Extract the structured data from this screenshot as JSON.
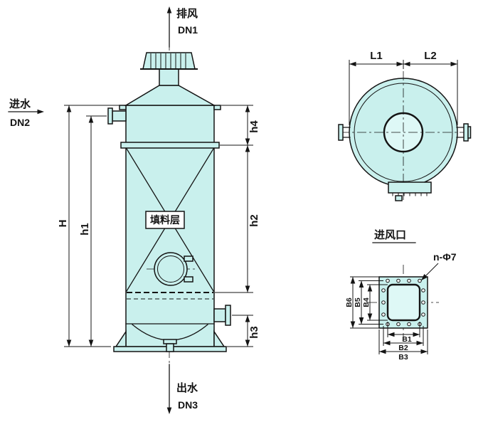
{
  "front_view": {
    "top_port": {
      "label": "排风",
      "dn": "DN1"
    },
    "left_port": {
      "label": "进水",
      "dn": "DN2"
    },
    "bottom_port": {
      "label": "出水",
      "dn": "DN3"
    },
    "packing_label": "填料层",
    "dims": {
      "H": "H",
      "h1": "h1",
      "h2": "h2",
      "h3": "h3",
      "h4": "h4"
    }
  },
  "plan_view": {
    "dims": {
      "L1": "L1",
      "L2": "L2"
    }
  },
  "inlet_detail": {
    "title": "进风口",
    "holes_note": "n-Φ7",
    "dims": {
      "B1": "B1",
      "B2": "B2",
      "B3": "B3",
      "B4": "B4",
      "B5": "B5",
      "B6": "B6"
    }
  },
  "colors": {
    "body_fill": "#c9f0ed",
    "body_fill_light": "#def8f6",
    "line": "#141414",
    "background": "#ffffff"
  }
}
